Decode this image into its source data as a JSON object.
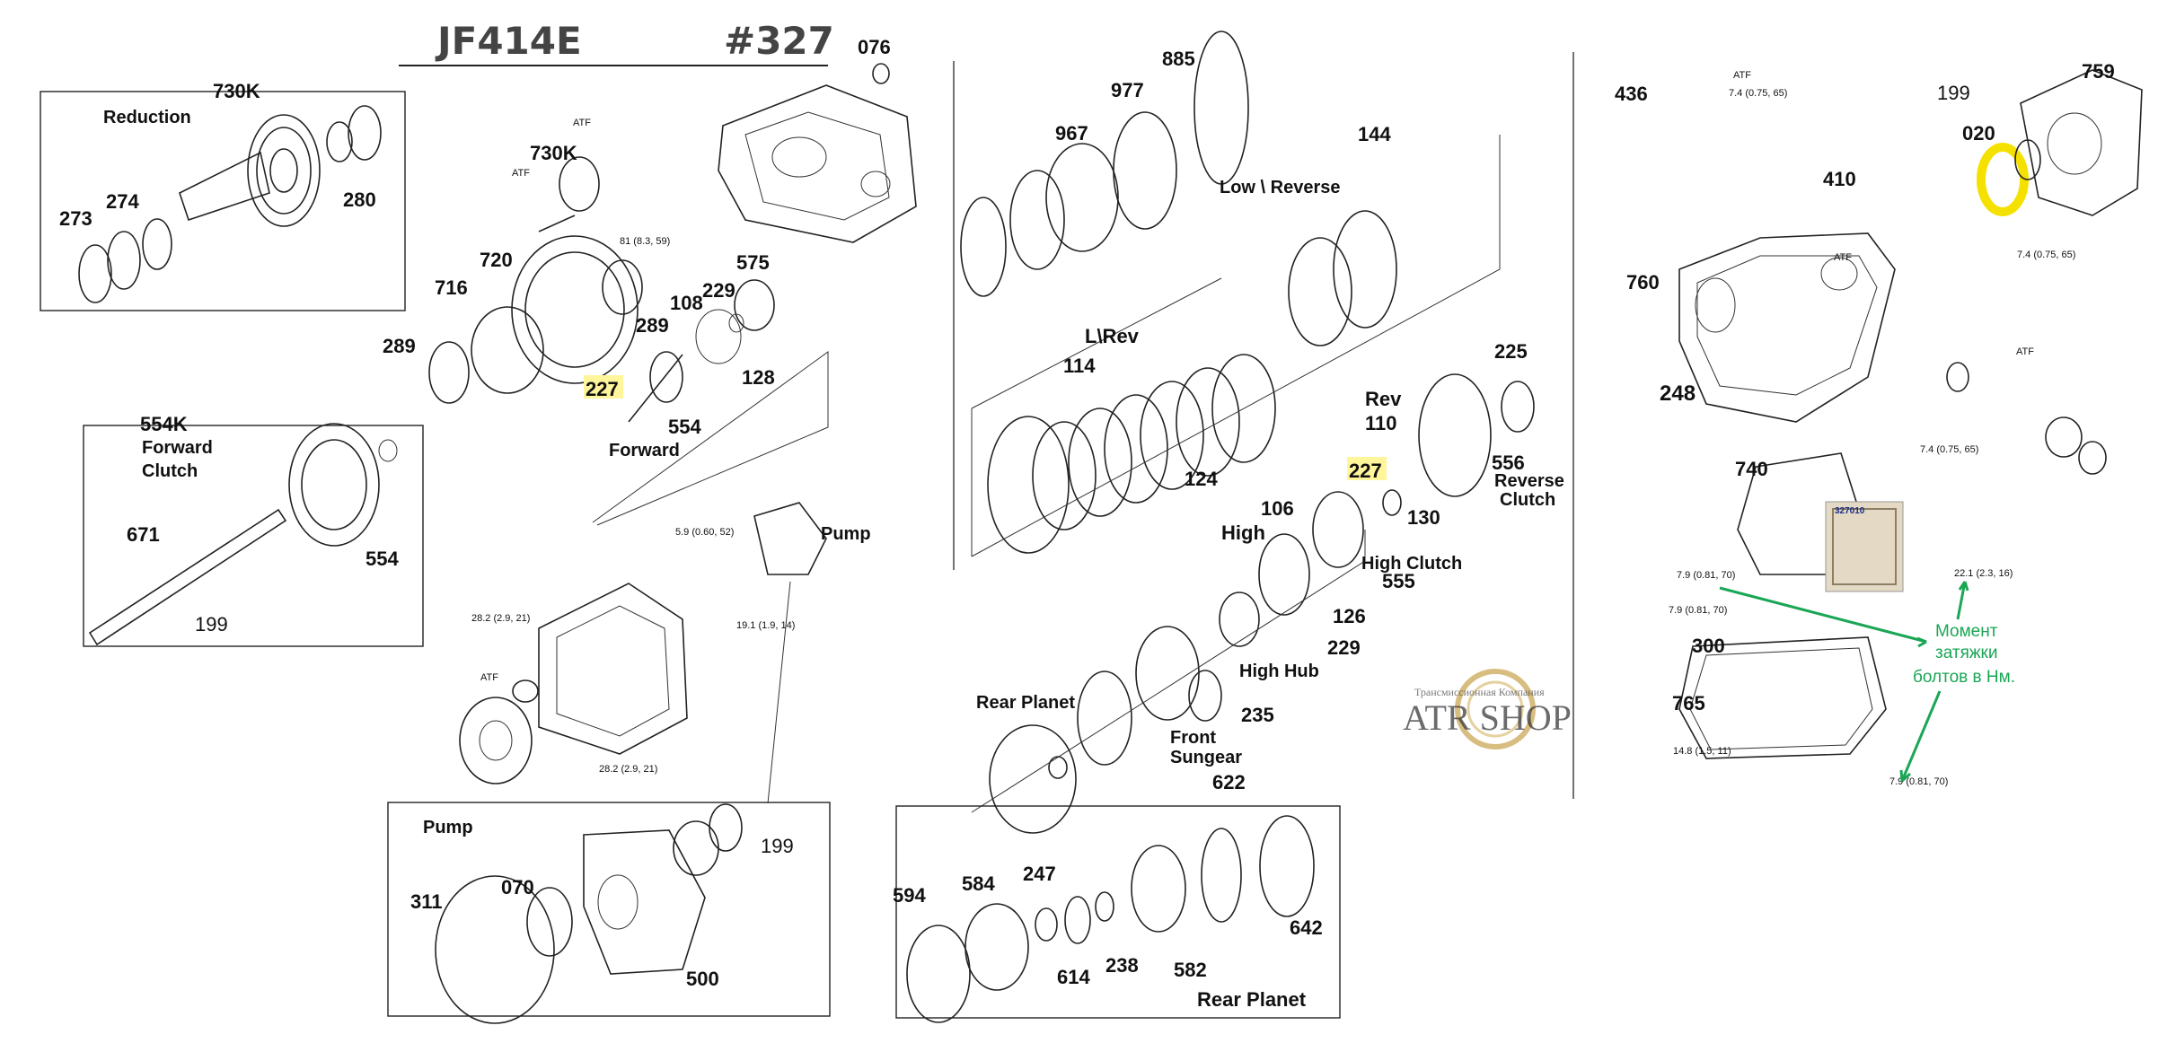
{
  "header": {
    "model": "JF414E",
    "page": "#327"
  },
  "watermark": {
    "company": "Трансмиссионная Компания",
    "brand": "ATR SHOP"
  },
  "annotation": {
    "line1": "Момент",
    "line2": "затяжки",
    "line3": "болтов в Нм."
  },
  "insets": {
    "reduction": {
      "code": "730K",
      "title": "Reduction"
    },
    "forward": {
      "code": "554K",
      "title_line1": "Forward",
      "title_line2": "Clutch"
    },
    "pump": {
      "title": "Pump"
    }
  },
  "labels": {
    "l076": "076",
    "l730k": "730K",
    "l720": "720",
    "l716": "716",
    "l289a": "289",
    "l289b": "289",
    "l108": "108",
    "l229a": "229",
    "l575": "575",
    "l128": "128",
    "l227a": "227",
    "l554a": "554",
    "forward": "Forward",
    "pump_main": "Pump",
    "l274": "274",
    "l273": "273",
    "l280": "280",
    "l671": "671",
    "l199a": "199",
    "l554b": "554",
    "l311": "311",
    "l070": "070",
    "l199b": "199",
    "l500": "500",
    "l885": "885",
    "l977": "977",
    "l967": "967",
    "l144": "144",
    "low_reverse": "Low \\ Reverse",
    "l_rev": "L\\Rev",
    "l114": "114",
    "l124": "124",
    "l225": "225",
    "rev": "Rev",
    "l110": "110",
    "l227b": "227",
    "l556": "556",
    "reverse_clutch_1": "Reverse",
    "reverse_clutch_2": "Clutch",
    "l106": "106",
    "high": "High",
    "l130": "130",
    "high_clutch": "High Clutch",
    "l555": "555",
    "l126": "126",
    "l229b": "229",
    "high_hub": "High Hub",
    "l235": "235",
    "rear_planet_top": "Rear Planet",
    "front_sungear_1": "Front",
    "front_sungear_2": "Sungear",
    "l622": "622",
    "l594": "594",
    "l584": "584",
    "l247": "247",
    "l614": "614",
    "l238": "238",
    "l582": "582",
    "l642": "642",
    "rear_planet_bottom": "Rear Planet",
    "l436": "436",
    "l410": "410",
    "l199c": "199",
    "l020": "020",
    "l759": "759",
    "l760": "760",
    "l248": "248",
    "l740": "740",
    "l300": "300",
    "l765": "765",
    "part_no": "327010"
  },
  "torque": {
    "t1": "7.4 (0.75, 65)",
    "t2": "7.4 (0.75, 65)",
    "t3": "7.4 (0.75, 65)",
    "t4": "7.9 (0.81, 70)",
    "t5": "7.9 (0.81, 70)",
    "t6": "22.1 (2.3, 16)",
    "t7": "14.8 (1.5, 11)",
    "t8": "7.9 (0.81, 70)",
    "t9": "5.9 (0.60, 52)",
    "t10": "19.1 (1.9, 14)",
    "t11": "28.2 (2.9, 21)",
    "t12": "28.2 (2.9, 21)",
    "t13": "81 (8.3, 59)"
  },
  "markers": {
    "atf": "ATF"
  },
  "colors": {
    "green": "#1aa655",
    "highlight": "#fff59a",
    "band": "#f5e100"
  }
}
